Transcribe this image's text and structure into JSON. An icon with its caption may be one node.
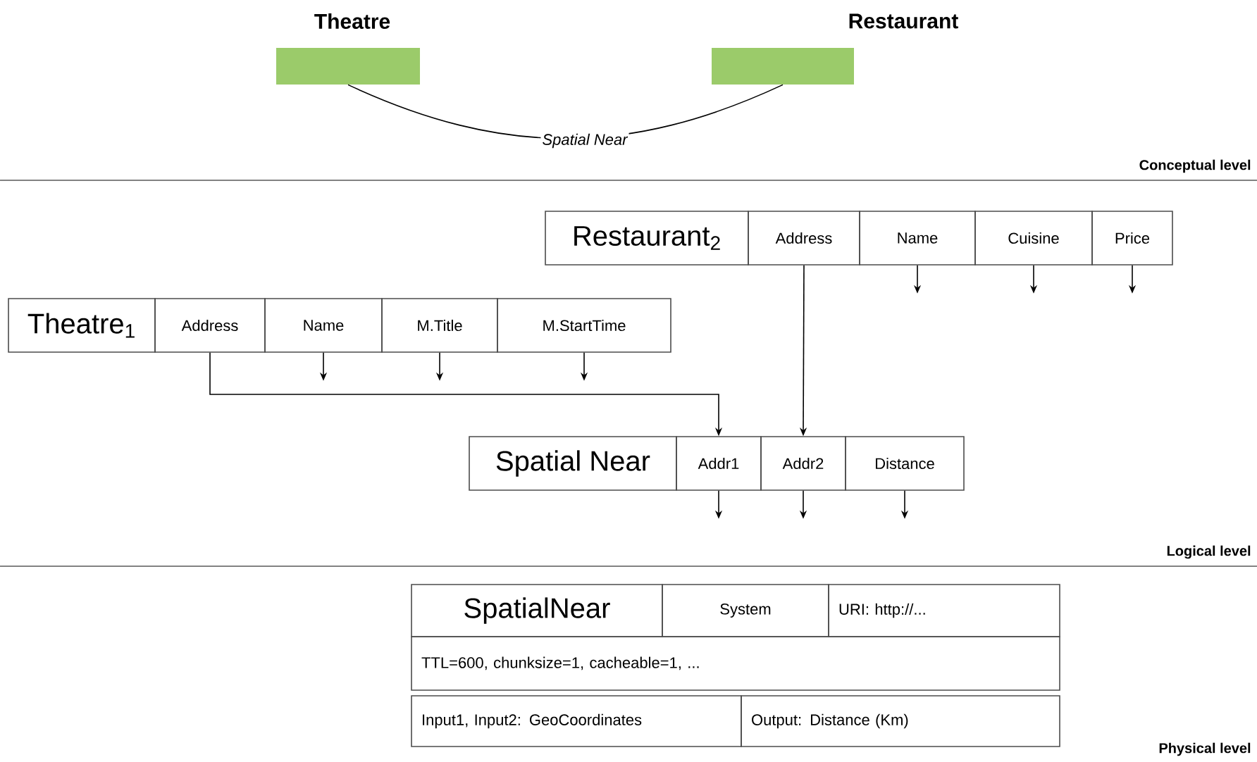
{
  "diagram": {
    "nodes": [
      {
        "text": [
          "Theatre"
        ]
      },
      {
        "text": [
          "Restaurant"
        ]
      },
      {
        "text": [
          "Restaurant$_{2}$"
        ]
      },
      {
        "text": [
          "Address"
        ]
      },
      {
        "text": [
          "Name"
        ]
      },
      {
        "text": [
          "Cuisine"
        ]
      },
      {
        "text": [
          "Price"
        ]
      },
      {
        "text": [
          "Theatre$_{1}$"
        ]
      },
      {
        "text": [
          "Address"
        ]
      },
      {
        "text": [
          "Name"
        ]
      },
      {
        "text": [
          "M.Title"
        ]
      },
      {
        "text": [
          "M.StartTime"
        ]
      },
      {
        "text": [
          "Spatial Near"
        ]
      },
      {
        "text": [
          "Addr1"
        ]
      },
      {
        "text": [
          "Addr2"
        ]
      },
      {
        "text": [
          "Distance"
        ]
      },
      {
        "text": [
          "SpatialNear"
        ]
      },
      {
        "text": [
          "System"
        ]
      },
      {
        "text": [
          "URI: http://..."
        ]
      },
      {
        "text": [
          "TTL=600, chunksize=1, cacheable=1, ..."
        ]
      },
      {
        "text": [
          "Input1, Input2: GeoCoordinates"
        ]
      },
      {
        "text": [
          "Output: Distance (Km)"
        ]
      }
    ],
    "edges": [
      {
        "from": 0,
        "to": 1,
        "arrow": "none",
        "label": "Spatial Near"
      },
      {
        "from": 3,
        "to": 14,
        "arrow": "to"
      },
      {
        "from": 8,
        "to": 13,
        "arrow": "to"
      },
      {
        "from": 4,
        "to": null,
        "arrow": "to"
      },
      {
        "from": 5,
        "to": null,
        "arrow": "to"
      },
      {
        "from": 6,
        "to": null,
        "arrow": "to"
      },
      {
        "from": 9,
        "to": null,
        "arrow": "to"
      },
      {
        "from": 10,
        "to": null,
        "arrow": "to"
      },
      {
        "from": 11,
        "to": null,
        "arrow": "to"
      },
      {
        "from": 13,
        "to": null,
        "arrow": "to"
      },
      {
        "from": 14,
        "to": null,
        "arrow": "to"
      },
      {
        "from": 15,
        "to": null,
        "arrow": "to"
      }
    ],
    "labels": [
      "Conceptual level",
      "Logical level",
      "Physical level"
    ]
  }
}
